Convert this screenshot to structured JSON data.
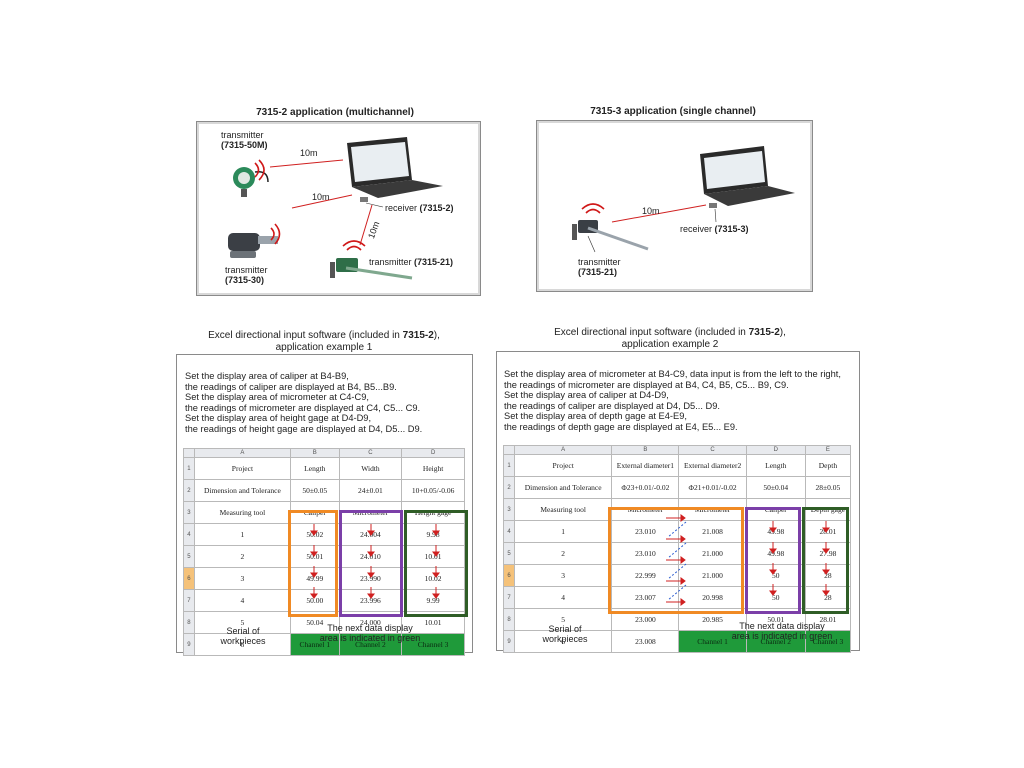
{
  "top_left": {
    "title": "7315-2 application (multichannel)",
    "transmitter_50m": {
      "line1": "transmitter",
      "line2": "(7315-50M)"
    },
    "transmitter_30": {
      "line1": "transmitter",
      "line2": "(7315-30)"
    },
    "transmitter_21": {
      "line1": "transmitter",
      "line2": "(7315-21)"
    },
    "receiver": {
      "line1": "receiver",
      "line2": "(7315-2)"
    },
    "dist1": "10m",
    "dist2": "10m",
    "dist3": "10m"
  },
  "top_right": {
    "title": "7315-3 application (single channel)",
    "transmitter": {
      "line1": "transmitter",
      "line2": "(7315-21)"
    },
    "receiver": {
      "line1": "receiver",
      "line2": "(7315-3)"
    },
    "dist": "10m"
  },
  "example1": {
    "title_line1_prefix": "Excel directional input software (included in ",
    "title_line1_bold": "7315-2",
    "title_line1_suffix": "),",
    "title_line2": "application example 1",
    "desc": [
      "Set the display area of caliper at B4-B9,",
      "the readings of caliper are displayed at B4, B5...B9.",
      "Set the display area of micrometer at C4-C9,",
      "the readings of micrometer are displayed at C4, C5... C9.",
      "Set the display area of height gage at D4-D9,",
      "the readings of height gage are displayed at D4, D5... D9."
    ],
    "cols": [
      "A",
      "B",
      "C",
      "D"
    ],
    "rows": [
      [
        "Project",
        "Length",
        "Width",
        "Height"
      ],
      [
        "Dimension and Tolerance",
        "50±0.05",
        "24±0.01",
        "10+0.05/-0.06"
      ],
      [
        "Measuring tool",
        "Caliper",
        "Micrometer",
        "Height gage"
      ],
      [
        "1",
        "50.02",
        "24.004",
        "9.98"
      ],
      [
        "2",
        "50.01",
        "24.010",
        "10.01"
      ],
      [
        "3",
        "49.99",
        "23.990",
        "10.02"
      ],
      [
        "4",
        "50.00",
        "23.996",
        "9.99"
      ],
      [
        "5",
        "50.04",
        "24.000",
        "10.01"
      ],
      [
        "6",
        "Channel 1",
        "Channel 2",
        "Channel 3"
      ]
    ],
    "row_numbers": [
      "1",
      "2",
      "3",
      "4",
      "5",
      "6",
      "7",
      "8",
      "9"
    ],
    "foot_left": [
      "Serial of",
      "workpieces"
    ],
    "foot_right": [
      "The next data display",
      "area is indicated in green"
    ]
  },
  "example2": {
    "title_line1_prefix": "Excel directional input software (included in ",
    "title_line1_bold": "7315-2",
    "title_line1_suffix": "),",
    "title_line2": "application example 2",
    "desc": [
      "Set the display area of micrometer at B4-C9, data input is from the left to the right,",
      "the readings of micrometer are displayed at B4, C4, B5, C5... B9, C9.",
      "Set the display area of caliper at D4-D9,",
      "the readings of caliper are displayed at D4, D5... D9.",
      "Set the display area of depth gage at E4-E9,",
      "the readings of depth gage are displayed at E4, E5... E9."
    ],
    "cols": [
      "A",
      "B",
      "C",
      "D",
      "E"
    ],
    "rows": [
      [
        "Project",
        "External diameter1",
        "External diameter2",
        "Length",
        "Depth"
      ],
      [
        "Dimension and Tolerance",
        "Φ23+0.01/-0.02",
        "Φ21+0.01/-0.02",
        "50±0.04",
        "28±0.05"
      ],
      [
        "Measuring tool",
        "Micrometer",
        "Micrometer",
        "Caliper",
        "Depth gage"
      ],
      [
        "1",
        "23.010",
        "21.008",
        "49.98",
        "28.01"
      ],
      [
        "2",
        "23.010",
        "21.000",
        "49.98",
        "27.98"
      ],
      [
        "3",
        "22.999",
        "21.000",
        "50",
        "28"
      ],
      [
        "4",
        "23.007",
        "20.998",
        "50",
        "28"
      ],
      [
        "5",
        "23.000",
        "20.985",
        "50.01",
        "28.01"
      ],
      [
        "6",
        "23.008",
        "Channel 1",
        "Channel 2",
        "Channel 3"
      ]
    ],
    "row_numbers": [
      "1",
      "2",
      "3",
      "4",
      "5",
      "6",
      "7",
      "8",
      "9"
    ],
    "foot_left": [
      "Serial of",
      "workpieces"
    ],
    "foot_right": [
      "The next data display",
      "area is indicated in green"
    ]
  },
  "colors": {
    "orange": "#f08a24",
    "purple": "#7b3fa8",
    "darkgreen": "#2f5d26",
    "green": "#1f9a3a",
    "arrow": "#d02020",
    "signal": "#d01818",
    "line": "#d02020"
  }
}
